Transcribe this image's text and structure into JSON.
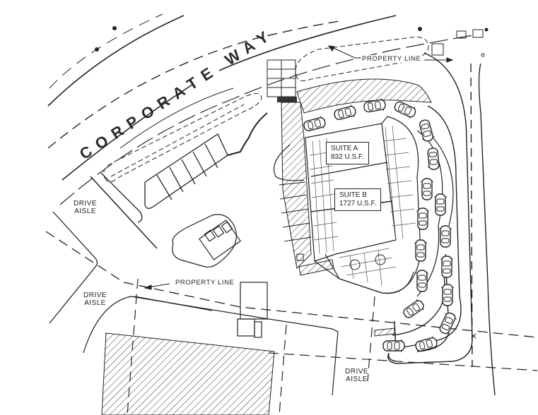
{
  "drawing": {
    "type": "site plan",
    "road_label": "CORPORATE WAY",
    "property_line_labels": [
      "PROPERTY LINE",
      "PROPERTY LINE"
    ],
    "drive_aisle_labels": [
      "DRIVE AISLE",
      "DRIVE AISLE",
      "DRIVE AISLE"
    ],
    "suites": [
      {
        "name": "SUITE A",
        "area": "832 U.S.F."
      },
      {
        "name": "SUITE B",
        "area": "1727 U.S.F."
      }
    ],
    "colors": {
      "line": "#222222",
      "background": "#ffffff"
    }
  },
  "labels": {
    "road": "CORPORATE WAY",
    "property_line_top": "PROPERTY LINE",
    "property_line_mid": "PROPERTY LINE",
    "drive_aisle_1_a": "DRIVE",
    "drive_aisle_1_b": "AISLE",
    "drive_aisle_2_a": "DRIVE",
    "drive_aisle_2_b": "AISLE",
    "drive_aisle_3_a": "DRIVE",
    "drive_aisle_3_b": "AISLE",
    "suite_a_name": "SUITE A",
    "suite_a_area": "832 U.S.F.",
    "suite_b_name": "SUITE B",
    "suite_b_area": "1727 U.S.F."
  }
}
